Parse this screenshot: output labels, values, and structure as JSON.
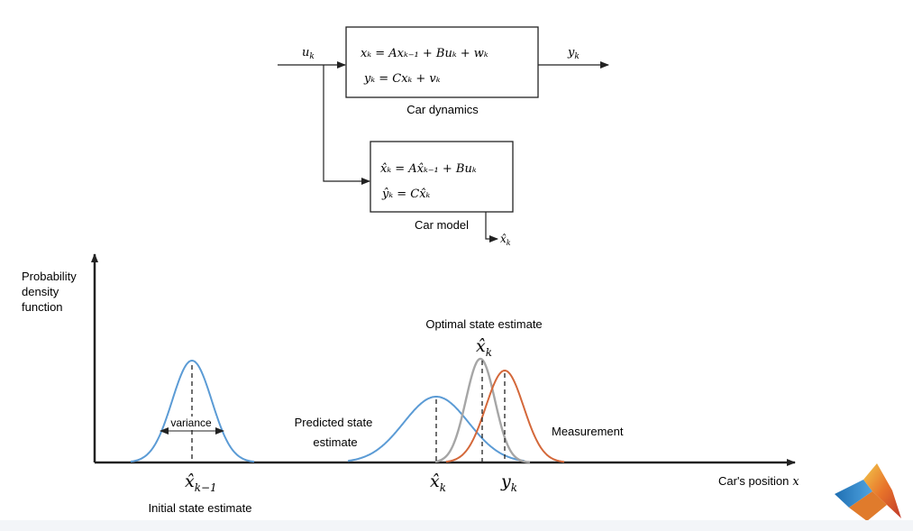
{
  "block_diagram": {
    "input_label": "u",
    "input_sub": "k",
    "output_label": "y",
    "output_sub": "k",
    "dynamics_eq1": "xₖ = Axₖ₋₁ + Buₖ + wₖ",
    "dynamics_eq2": "yₖ = Cxₖ + vₖ",
    "dynamics_caption": "Car dynamics",
    "model_eq1": "x̂ₖ = Ax̂ₖ₋₁ + Buₖ",
    "model_eq2": "ŷₖ = Cx̂ₖ",
    "model_caption": "Car model",
    "model_output": "x̂",
    "model_output_sub": "k"
  },
  "pdf_plot": {
    "y_axis_label_line1": "Probability",
    "y_axis_label_line2": "density",
    "y_axis_label_line3": "function",
    "x_axis_label": "Car's position",
    "x_axis_symbol": "x",
    "variance_label": "variance",
    "initial_symbol": "x̂",
    "initial_sub": "k−1",
    "initial_caption": "Initial state estimate",
    "predicted_caption_line1": "Predicted state",
    "predicted_caption_line2": "estimate",
    "predicted_symbol": "x̂",
    "predicted_sub": "k",
    "optimal_caption": "Optimal state estimate",
    "optimal_symbol": "x̂",
    "optimal_sub": "k",
    "measurement_caption": "Measurement",
    "measurement_symbol": "y",
    "measurement_sub": "k"
  },
  "colors": {
    "blue": "#5b9bd5",
    "gray": "#a6a6a6",
    "orange": "#d4683a",
    "ink": "#222222"
  },
  "logo": "matlab-membrane-logo"
}
